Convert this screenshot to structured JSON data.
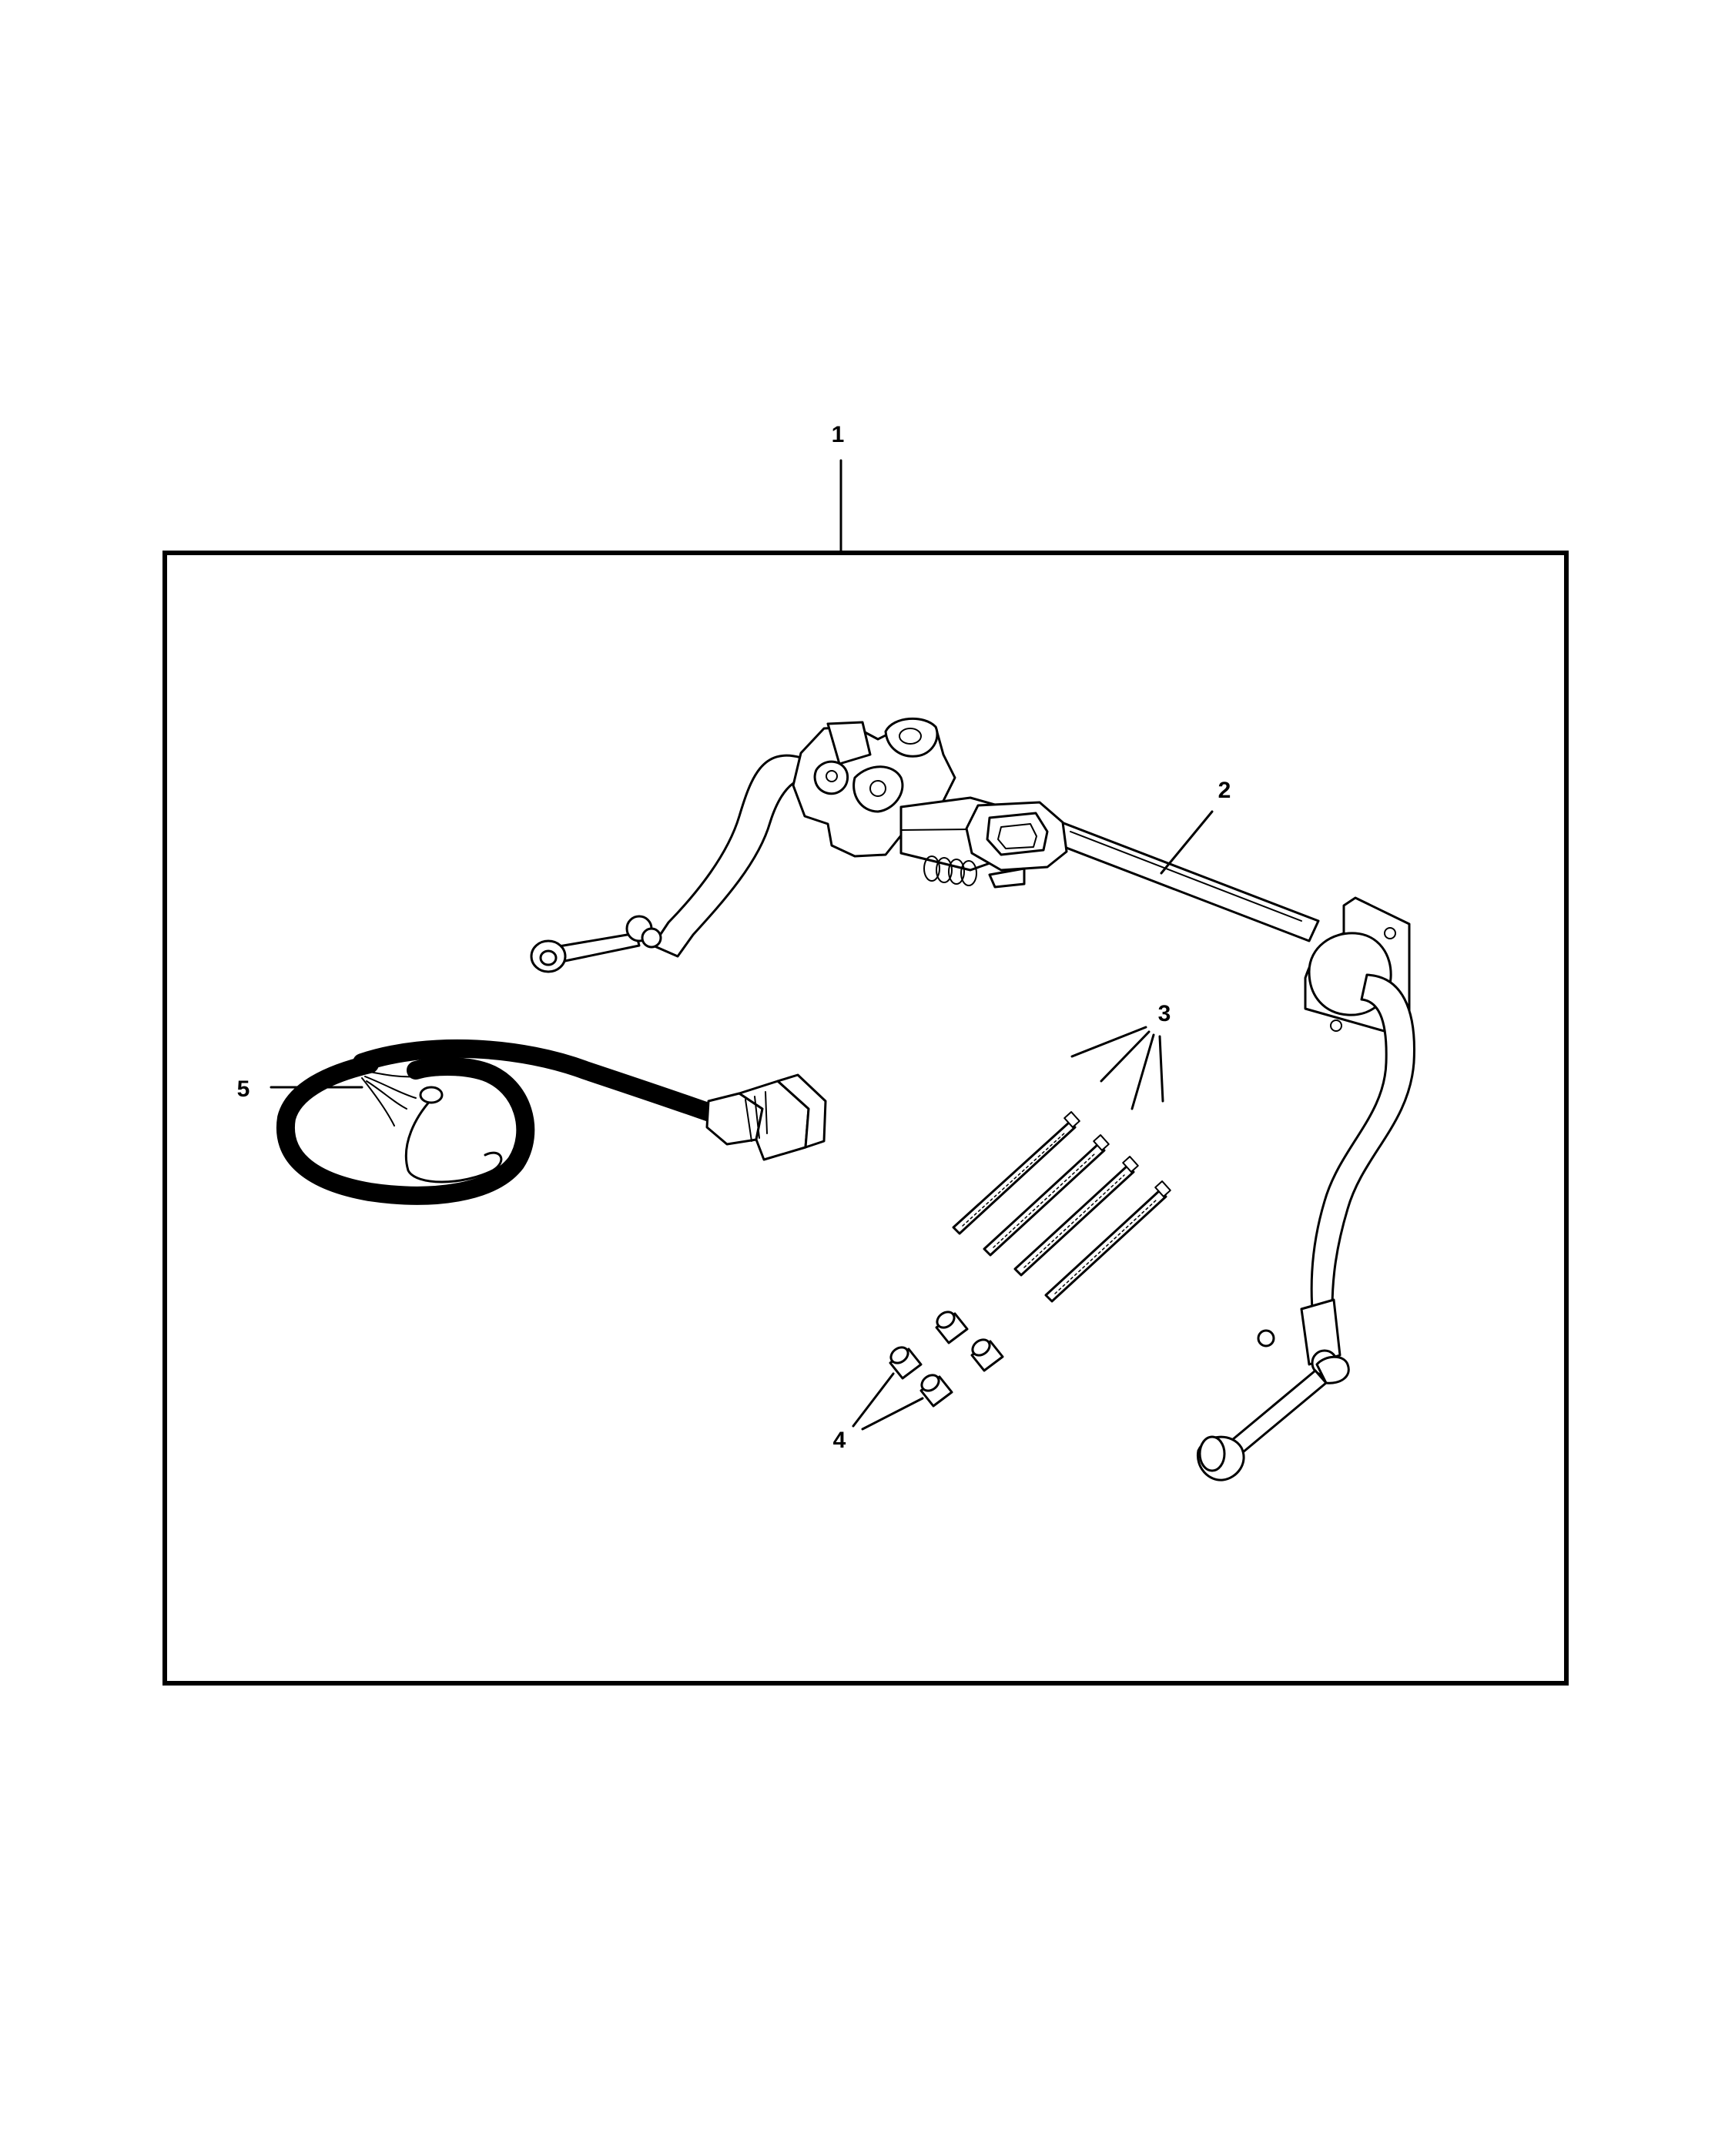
{
  "diagram": {
    "callouts": [
      {
        "id": "1",
        "text": "1"
      },
      {
        "id": "2",
        "text": "2"
      },
      {
        "id": "3",
        "text": "3"
      },
      {
        "id": "4",
        "text": "4"
      },
      {
        "id": "5",
        "text": "5"
      }
    ],
    "colors": {
      "ink": "#000000",
      "background": "#ffffff"
    }
  }
}
